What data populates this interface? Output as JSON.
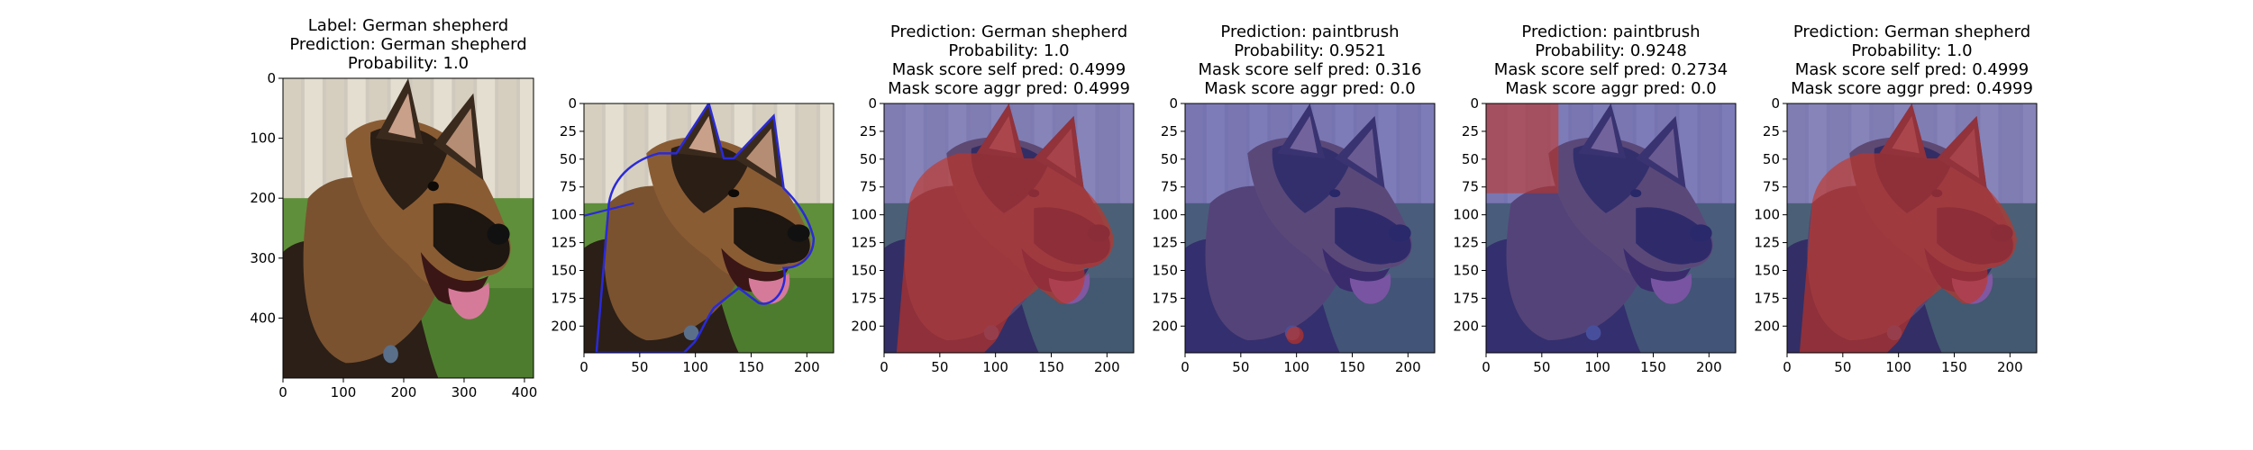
{
  "panels": [
    {
      "titles": [
        "Label: German shepherd",
        "Prediction: German shepherd",
        "Probability: 1.0"
      ],
      "variant": "original",
      "xlim": [
        0,
        415
      ],
      "ylim": [
        0,
        500
      ],
      "xticks": [
        0,
        100,
        200,
        300,
        400
      ],
      "yticks": [
        0,
        100,
        200,
        300,
        400
      ]
    },
    {
      "titles": [],
      "variant": "contour",
      "xlim": [
        0,
        224
      ],
      "ylim": [
        0,
        224
      ],
      "xticks": [
        0,
        50,
        100,
        150,
        200
      ],
      "yticks": [
        0,
        25,
        50,
        75,
        100,
        125,
        150,
        175,
        200
      ]
    },
    {
      "titles": [
        "Prediction: German shepherd",
        "Probability: 1.0",
        "Mask score self pred: 0.4999",
        "Mask score aggr pred: 0.4999"
      ],
      "variant": "mask-full",
      "xlim": [
        0,
        224
      ],
      "ylim": [
        0,
        224
      ],
      "xticks": [
        0,
        50,
        100,
        150,
        200
      ],
      "yticks": [
        0,
        25,
        50,
        75,
        100,
        125,
        150,
        175,
        200
      ]
    },
    {
      "titles": [
        "Prediction: paintbrush",
        "Probability: 0.9521",
        "Mask score self pred: 0.316",
        "Mask score aggr pred: 0.0"
      ],
      "variant": "mask-tag",
      "xlim": [
        0,
        224
      ],
      "ylim": [
        0,
        224
      ],
      "xticks": [
        0,
        50,
        100,
        150,
        200
      ],
      "yticks": [
        0,
        25,
        50,
        75,
        100,
        125,
        150,
        175,
        200
      ]
    },
    {
      "titles": [
        "Prediction: paintbrush",
        "Probability: 0.9248",
        "Mask score self pred: 0.2734",
        "Mask score aggr pred: 0.0"
      ],
      "variant": "mask-fence",
      "xlim": [
        0,
        224
      ],
      "ylim": [
        0,
        224
      ],
      "xticks": [
        0,
        50,
        100,
        150,
        200
      ],
      "yticks": [
        0,
        25,
        50,
        75,
        100,
        125,
        150,
        175,
        200
      ]
    },
    {
      "titles": [
        "Prediction: German shepherd",
        "Probability: 1.0",
        "Mask score self pred: 0.4999",
        "Mask score aggr pred: 0.4999"
      ],
      "variant": "mask-full",
      "xlim": [
        0,
        224
      ],
      "ylim": [
        0,
        224
      ],
      "xticks": [
        0,
        50,
        100,
        150,
        200
      ],
      "yticks": [
        0,
        25,
        50,
        75,
        100,
        125,
        150,
        175,
        200
      ]
    }
  ],
  "colors": {
    "red_overlay": "#c8321e",
    "blue_overlay": "#3a3aa8",
    "contour": "#2a2ad8"
  }
}
